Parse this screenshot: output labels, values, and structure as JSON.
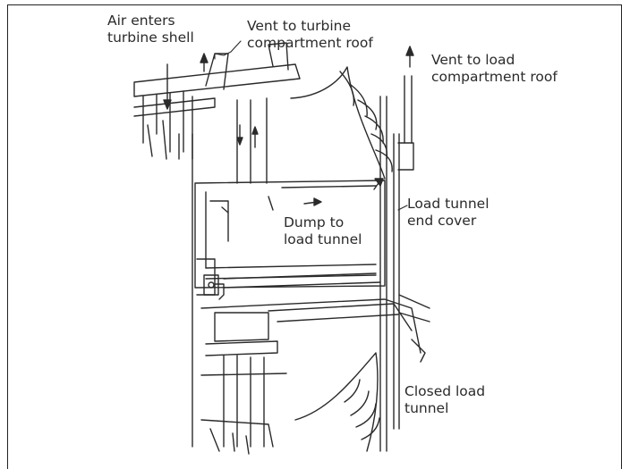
{
  "labels": {
    "air_enters": "Air enters\nturbine shell",
    "vent_turbine": "Vent to turbine\ncompartment roof",
    "vent_load": "Vent to load\ncompartment roof",
    "load_tunnel_cover": "Load tunnel\nend cover",
    "dump": "Dump to\nload tunnel",
    "closed_tunnel": "Closed load\ntunnel"
  },
  "colors": {
    "ink": "#2a2a2a",
    "frame": "#222222"
  }
}
